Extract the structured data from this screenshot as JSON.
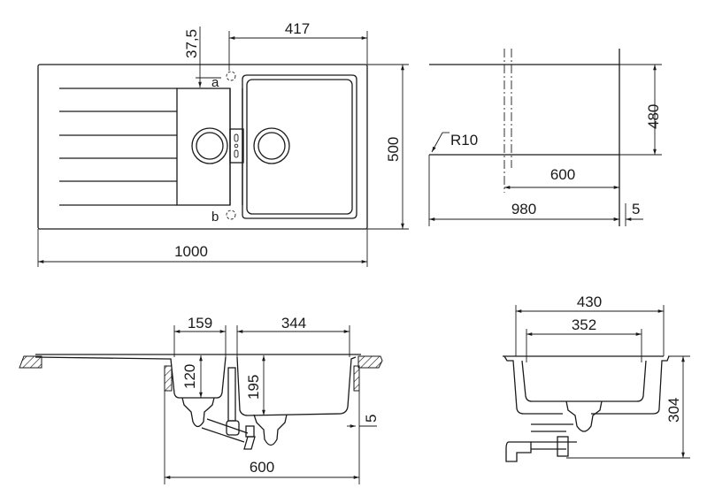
{
  "top_view": {
    "dim_bowl_width": "417",
    "dim_offset": "37,5",
    "dim_total_length": "1000",
    "dim_total_depth": "500",
    "label_a": "a",
    "label_b": "b"
  },
  "cutout_view": {
    "radius": "R10",
    "dim_depth": "480",
    "dim_width_600": "600",
    "dim_width_980": "980",
    "dim_margin": "5"
  },
  "side_view": {
    "dim_small_bowl": "159",
    "dim_large_bowl": "344",
    "dim_small_depth": "120",
    "dim_large_depth": "195",
    "dim_margin": "5",
    "dim_cabinet": "600"
  },
  "end_view": {
    "dim_outer": "430",
    "dim_inner": "352",
    "dim_height": "304"
  }
}
